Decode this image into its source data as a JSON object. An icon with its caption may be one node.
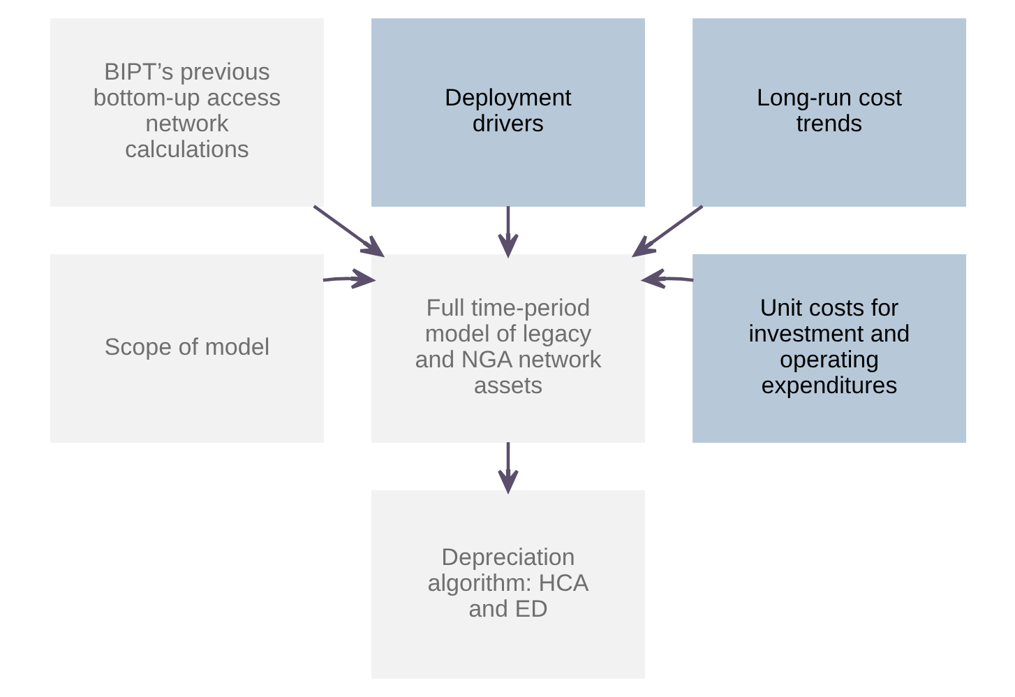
{
  "diagram": {
    "nodes": [
      {
        "text": [
          "BIPT’s previous bottom-up access network calculations"
        ]
      },
      {
        "text": [
          "Deployment drivers"
        ]
      },
      {
        "text": [
          "Long-run cost trends"
        ]
      },
      {
        "text": [
          "Scope of model"
        ]
      },
      {
        "text": [
          "Unit costs for investment and operating expenditures"
        ]
      },
      {
        "text": [
          "Full time-period model of legacy and NGA network assets"
        ]
      },
      {
        "text": [
          "Depreciation algorithm: HCA and ED"
        ]
      }
    ],
    "edges": [
      {
        "from": 0,
        "to": 5,
        "arrow": "to"
      },
      {
        "from": 3,
        "to": 5,
        "arrow": "to"
      },
      {
        "from": 1,
        "to": 5,
        "arrow": "to"
      },
      {
        "from": 2,
        "to": 5,
        "arrow": "to"
      },
      {
        "from": 4,
        "to": 5,
        "arrow": "to"
      },
      {
        "from": 5,
        "to": 6,
        "arrow": "to"
      }
    ]
  }
}
